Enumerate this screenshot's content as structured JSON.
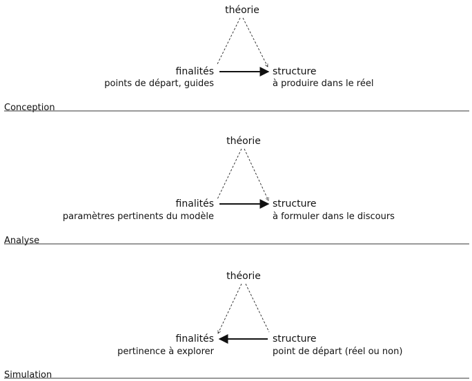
{
  "sections": [
    {
      "label": "Conception",
      "top": "théorie",
      "left": "finalités",
      "left_sub": "points de départ, guides",
      "right": "structure",
      "right_sub": "à produire dans le réel",
      "direction": "left-to-right"
    },
    {
      "label": "Analyse",
      "top": "théorie",
      "left": "finalités",
      "left_sub": "paramètres pertinents du modèle",
      "right": "structure",
      "right_sub": "à formuler dans le discours",
      "direction": "left-to-right"
    },
    {
      "label": "Simulation",
      "top": "théorie",
      "left": "finalités",
      "left_sub": "pertinence à explorer",
      "right": "structure",
      "right_sub": "point de départ (réel ou non)",
      "direction": "right-to-left"
    }
  ]
}
